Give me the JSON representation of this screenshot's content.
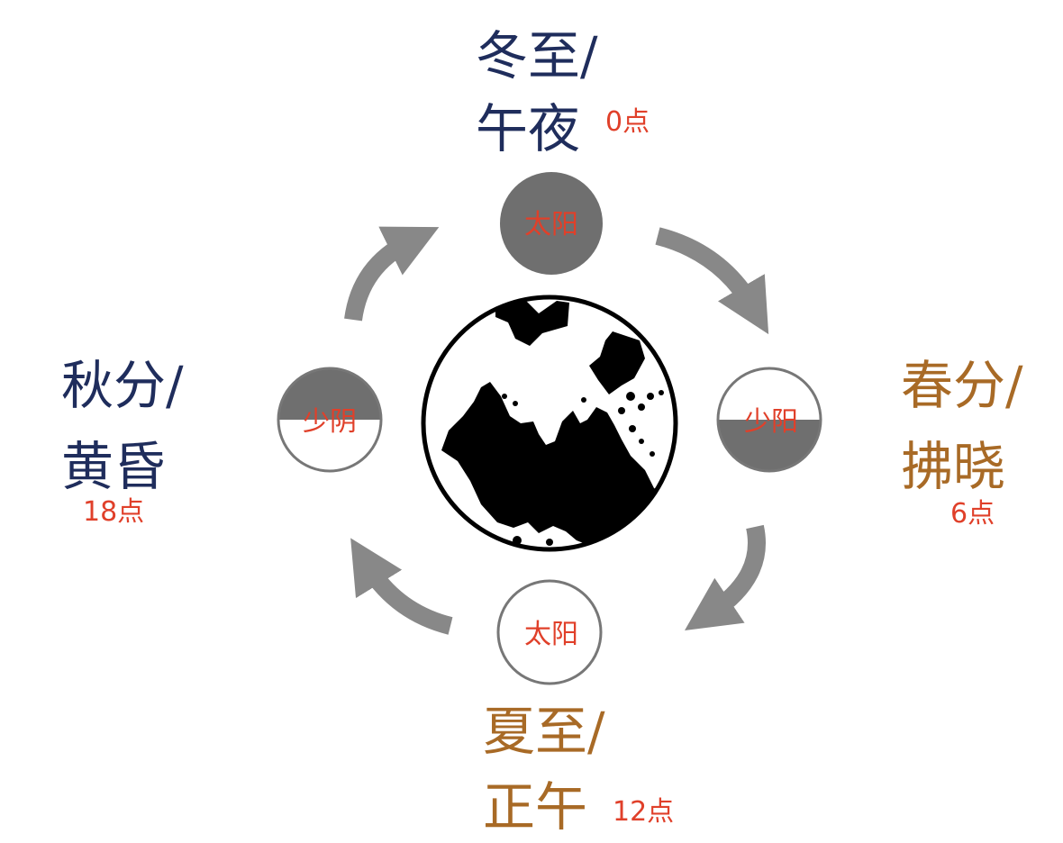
{
  "colors": {
    "navy": "#1f2d5c",
    "brown": "#a86a26",
    "red": "#e0402a",
    "arrow": "#888888",
    "shade": "#6f6f6f",
    "ring": "#777777",
    "land": "#000000"
  },
  "nodes": {
    "top": {
      "line1": "冬至/",
      "line2": "午夜",
      "hour": "0点",
      "phase": "太阳"
    },
    "right": {
      "line1": "春分/",
      "line2": "拂晓",
      "hour": "6点",
      "phase": "少阳"
    },
    "bottom": {
      "line1": "夏至/",
      "line2": "正午",
      "hour": "12点",
      "phase": "太阳"
    },
    "left": {
      "line1": "秋分/",
      "line2": "黄昏",
      "hour": "18点",
      "phase": "少阴"
    }
  },
  "icons": {
    "globe": "earth-globe-icon",
    "arrow": "curved-arrow-icon"
  }
}
